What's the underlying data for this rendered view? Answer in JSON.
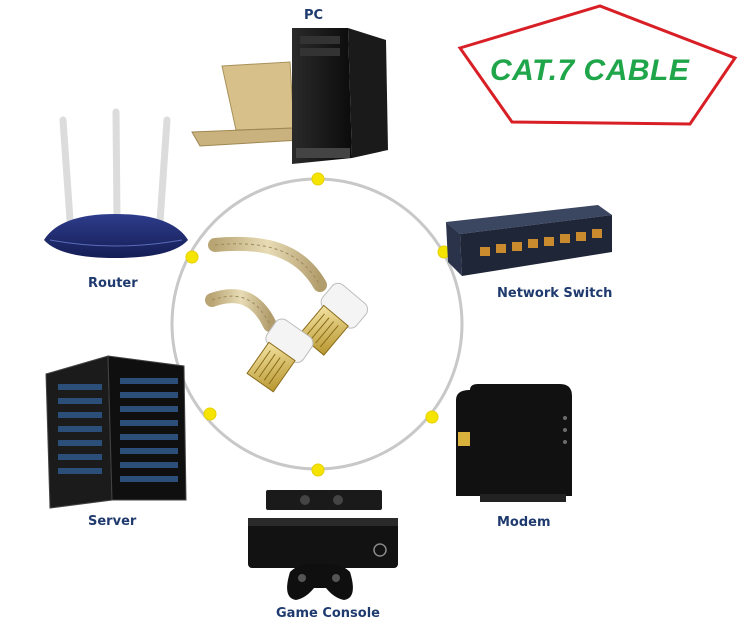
{
  "badge": {
    "text": "CAT.7 CABLE",
    "border_color": "#d81f26",
    "text_color": "#1fa64a"
  },
  "ring": {
    "color": "#c8c8c8",
    "node_color": "#f5e400"
  },
  "devices": {
    "pc": {
      "label": "PC",
      "icon": "desktop-pc-with-laptop"
    },
    "router": {
      "label": "Router",
      "icon": "wifi-router"
    },
    "network_switch": {
      "label": "Network Switch",
      "icon": "network-switch"
    },
    "server": {
      "label": "Server",
      "icon": "server-rack"
    },
    "modem": {
      "label": "Modem",
      "icon": "modem"
    },
    "game_console": {
      "label": "Game Console",
      "icon": "game-console"
    }
  },
  "label_color": "#1f3a6e"
}
